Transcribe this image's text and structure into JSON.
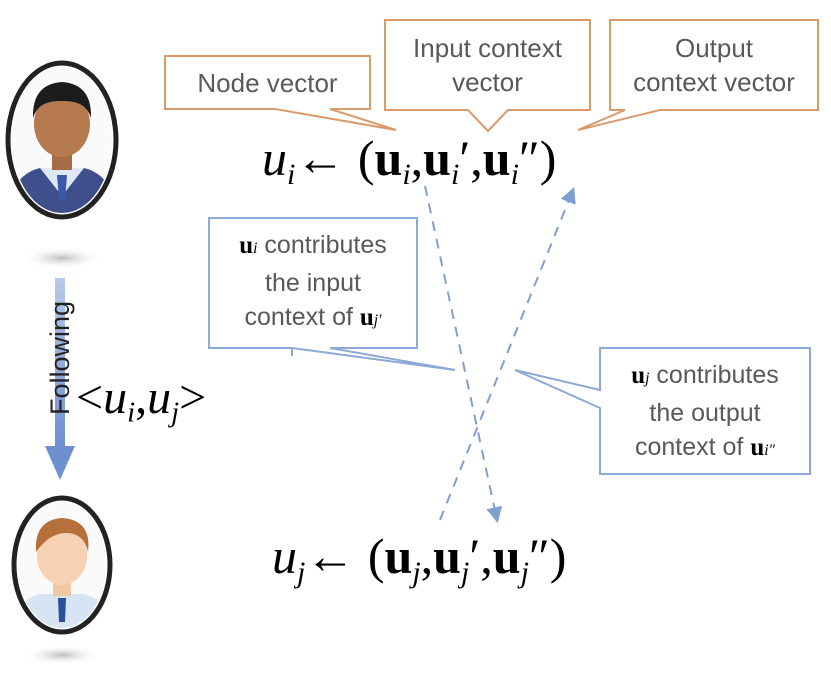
{
  "callouts": {
    "node_vector": "Node vector",
    "input_context_line1": "Input context",
    "input_context_line2": "vector",
    "output_context_line1": "Output",
    "output_context_line2": "context vector"
  },
  "notes": {
    "ui": {
      "line1_sym": "u",
      "line1_sub": "i",
      "line1_text": " contributes",
      "line2": "the input",
      "line3_text": "context of ",
      "line3_sym": "u",
      "line3_sub": "j",
      "line3_prime": "′"
    },
    "uj": {
      "line1_sym": "u",
      "line1_sub": "j",
      "line1_text": " contributes",
      "line2": "the output",
      "line3_text": "context of ",
      "line3_sym": "u",
      "line3_sub": "i",
      "line3_prime": "″"
    }
  },
  "equations": {
    "top": {
      "lhs": "u",
      "lhs_sub": "i",
      "arrow": "← (",
      "v1": "u",
      "v1_sub": "i",
      "sep1": ",",
      "v2": "u",
      "v2_sub": "i",
      "v2_mark": "′",
      "sep2": ",",
      "v3": "u",
      "v3_sub": "i",
      "v3_mark": "″",
      "close": ")"
    },
    "bottom": {
      "lhs": "u",
      "lhs_sub": "j",
      "arrow": "← (",
      "v1": "u",
      "v1_sub": "j",
      "sep1": ",",
      "v2": "u",
      "v2_sub": "j",
      "v2_mark": "′",
      "sep2": ",",
      "v3": "u",
      "v3_sub": "j",
      "v3_mark": "″",
      "close": ")"
    }
  },
  "edge": {
    "label": "Following",
    "pair_open": "<",
    "pair_a": "u",
    "pair_a_sub": "i",
    "pair_sep": ",",
    "pair_b": "u",
    "pair_b_sub": "j",
    "pair_close": ">"
  },
  "colors": {
    "orange_border": "#D99A6C",
    "blue_border": "#8DA9D6",
    "arrow_blue": "#7F9FD2"
  }
}
